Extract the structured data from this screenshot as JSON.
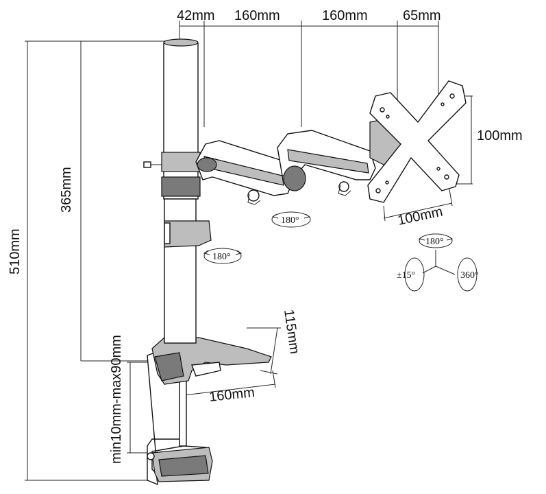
{
  "dimensions": {
    "top_42": "42mm",
    "top_160a": "160mm",
    "top_160b": "160mm",
    "top_65": "65mm",
    "vesa_height": "100mm",
    "vesa_width": "100mm",
    "total_height": "510mm",
    "clamp_to_arm": "365mm",
    "desk_thickness": "min10mm-max90mm",
    "base_depth": "115mm",
    "base_width": "160mm"
  },
  "rotations": {
    "pole_rotation": "180°",
    "arm_rotation": "180°",
    "head_swivel": "180°",
    "head_tilt": "±15°",
    "head_rotate": "360°"
  }
}
